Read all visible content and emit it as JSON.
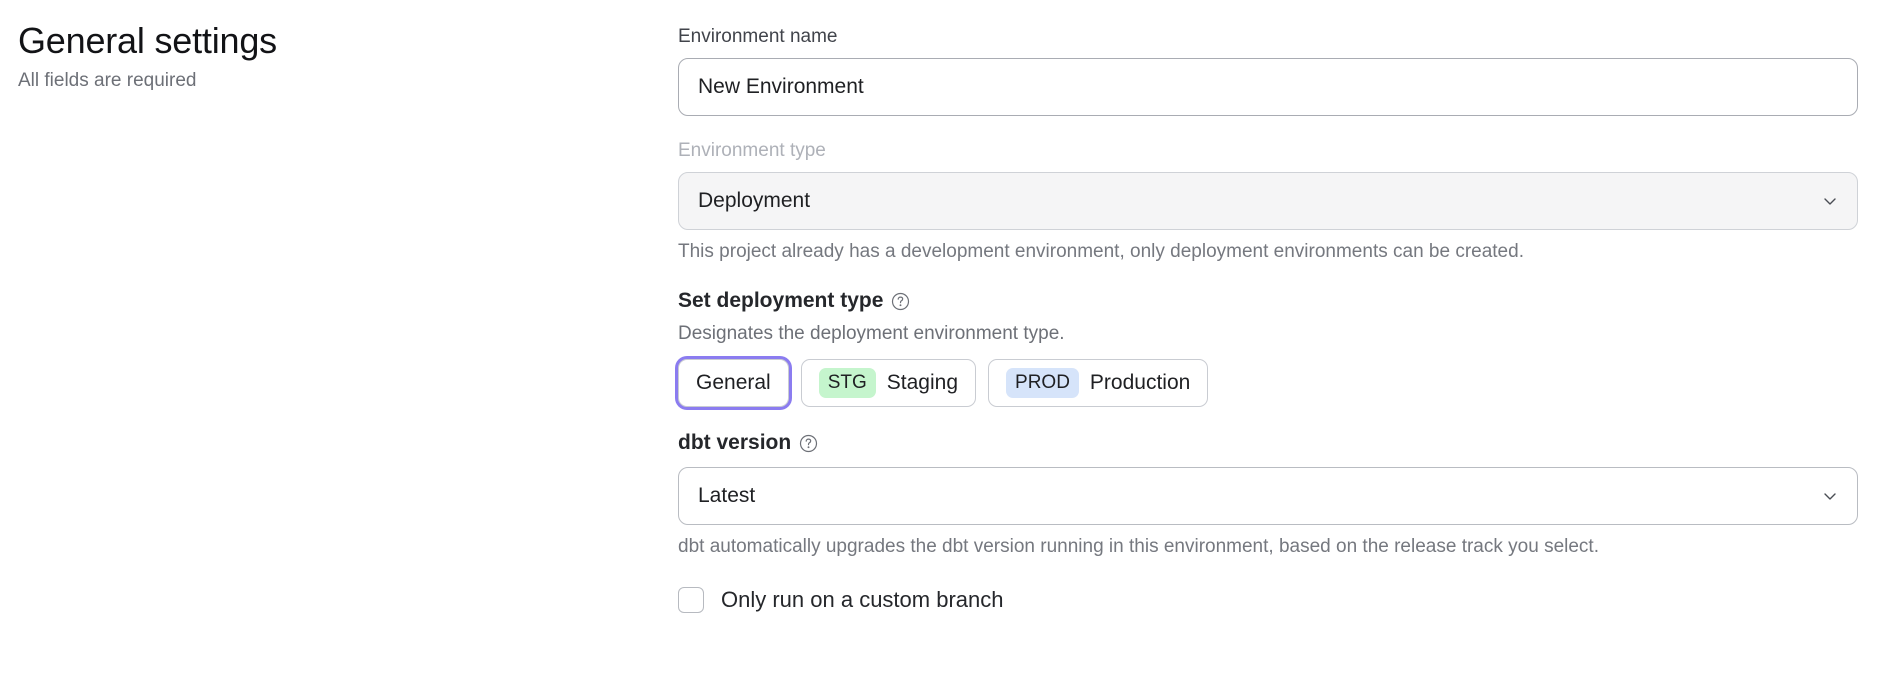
{
  "header": {
    "title": "General settings",
    "subtitle": "All fields are required"
  },
  "form": {
    "environment_name": {
      "label": "Environment name",
      "value": "New Environment",
      "placeholder": "Environment name"
    },
    "environment_type": {
      "label": "Environment type",
      "value": "Deployment",
      "chevron_icon": "chevron-down-icon",
      "helper": "This project already has a development environment, only deployment environments can be created.",
      "disabled": true
    },
    "deployment_type": {
      "heading": "Set deployment type",
      "help_icon": "question-circle-icon",
      "description": "Designates the deployment environment type.",
      "options": [
        {
          "label": "General",
          "badge": "",
          "badge_color": "",
          "selected": true
        },
        {
          "label": "Staging",
          "badge": "STG",
          "badge_color": "#c5f5cd",
          "selected": false
        },
        {
          "label": "Production",
          "badge": "PROD",
          "badge_color": "#d6e4fa",
          "selected": false
        }
      ]
    },
    "dbt_version": {
      "heading": "dbt version",
      "help_icon": "question-circle-icon",
      "value": "Latest",
      "chevron_icon": "chevron-down-icon",
      "helper": "dbt automatically upgrades the dbt version running in this environment, based on the release track you select."
    },
    "custom_branch": {
      "label": "Only run on a custom branch",
      "checked": false
    }
  },
  "colors": {
    "focus_ring": "#8b7cf0",
    "staging_badge": "#c5f5cd",
    "production_badge": "#d6e4fa",
    "disabled_field_bg": "#f5f5f6"
  }
}
